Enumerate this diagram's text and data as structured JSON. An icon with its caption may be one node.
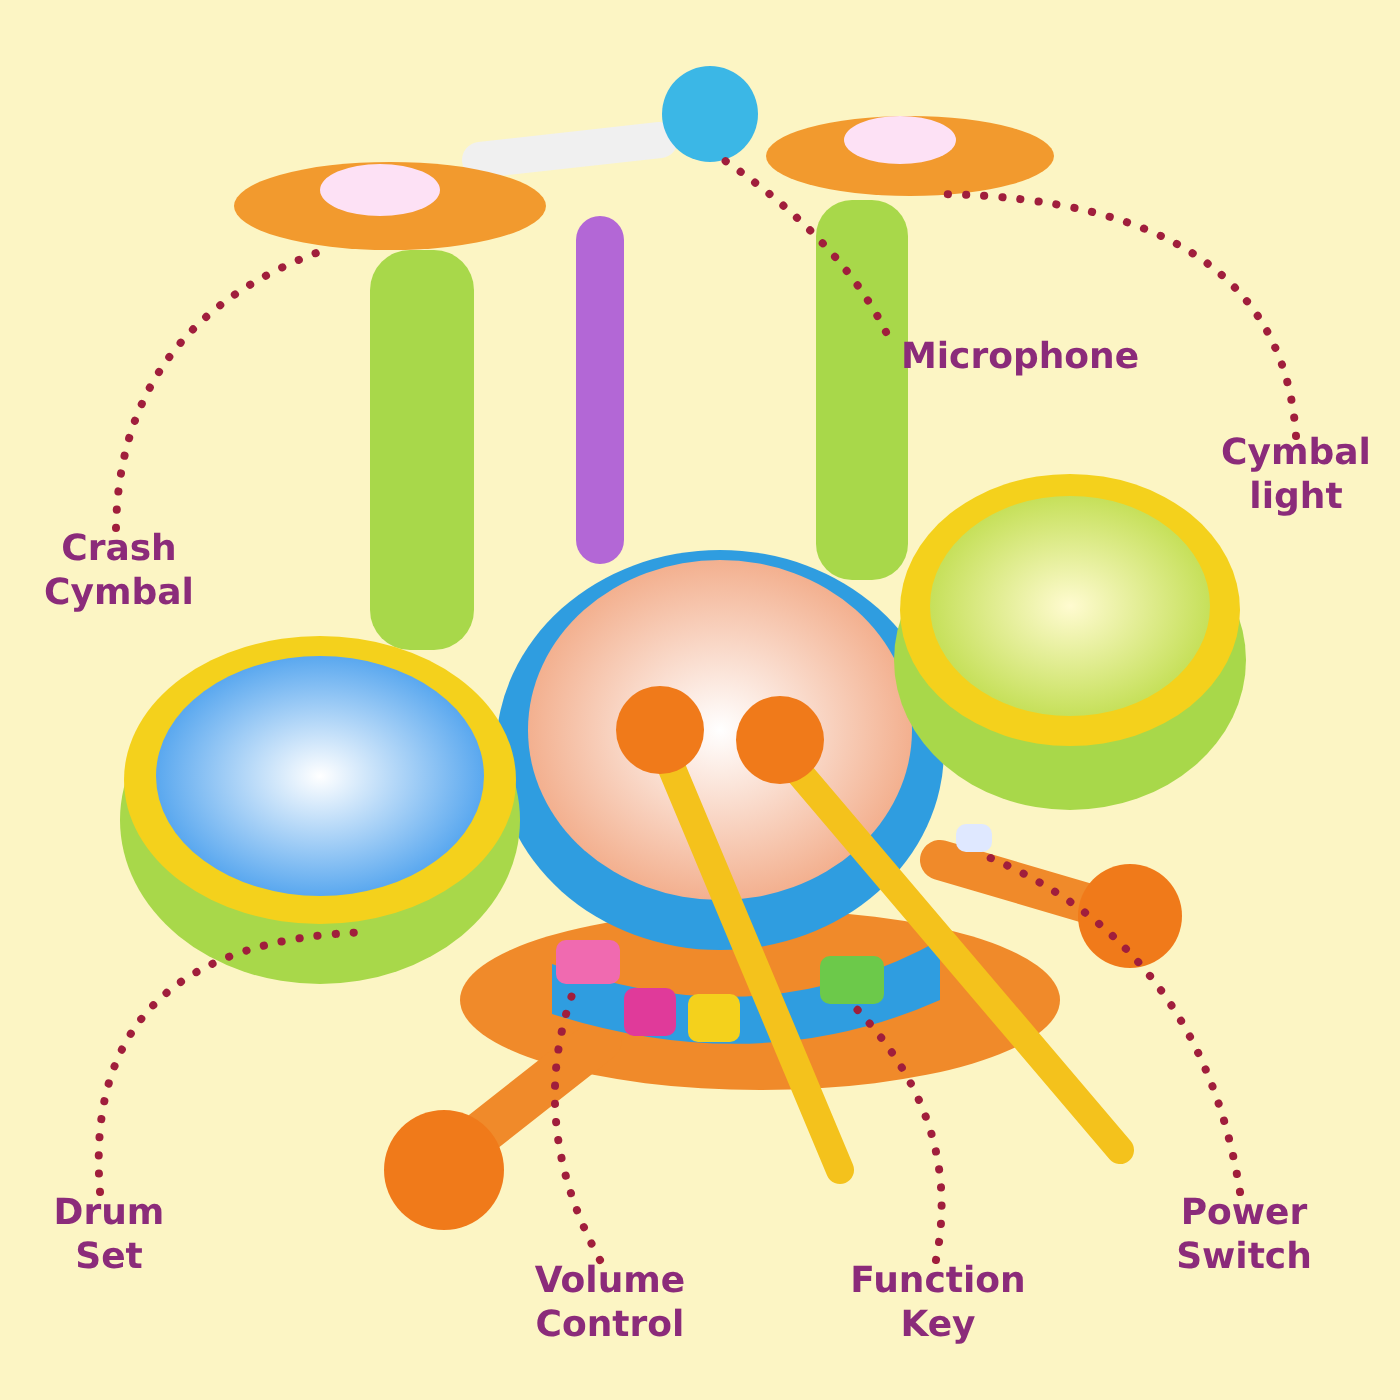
{
  "diagram": {
    "nodes": [
      {
        "text": [
          "Microphone"
        ]
      },
      {
        "text": [
          "Cymbal light"
        ]
      },
      {
        "text": [
          "Crash Cymbal"
        ]
      },
      {
        "text": [
          "Drum Set"
        ]
      },
      {
        "text": [
          "Volume Control"
        ]
      },
      {
        "text": [
          "Function Key"
        ]
      },
      {
        "text": [
          "Power Switch"
        ]
      },
      {
        "text": [],
        "shape": "picture"
      },
      {
        "text": [],
        "shape": "picture"
      },
      {
        "text": [],
        "shape": "picture"
      },
      {
        "text": [],
        "shape": "picture"
      },
      {
        "text": [],
        "shape": "box"
      },
      {
        "text": [],
        "shape": "box"
      },
      {
        "text": [],
        "shape": "box"
      }
    ],
    "edges": [
      {
        "from": 0,
        "to": 7,
        "arrow": "none"
      },
      {
        "from": 1,
        "to": 8,
        "arrow": "none"
      },
      {
        "from": 2,
        "to": 9,
        "arrow": "none"
      },
      {
        "from": 3,
        "to": 10,
        "arrow": "none"
      },
      {
        "from": 4,
        "to": 11,
        "arrow": "none"
      },
      {
        "from": 5,
        "to": 12,
        "arrow": "none"
      },
      {
        "from": 6,
        "to": 13,
        "arrow": "none"
      }
    ]
  }
}
